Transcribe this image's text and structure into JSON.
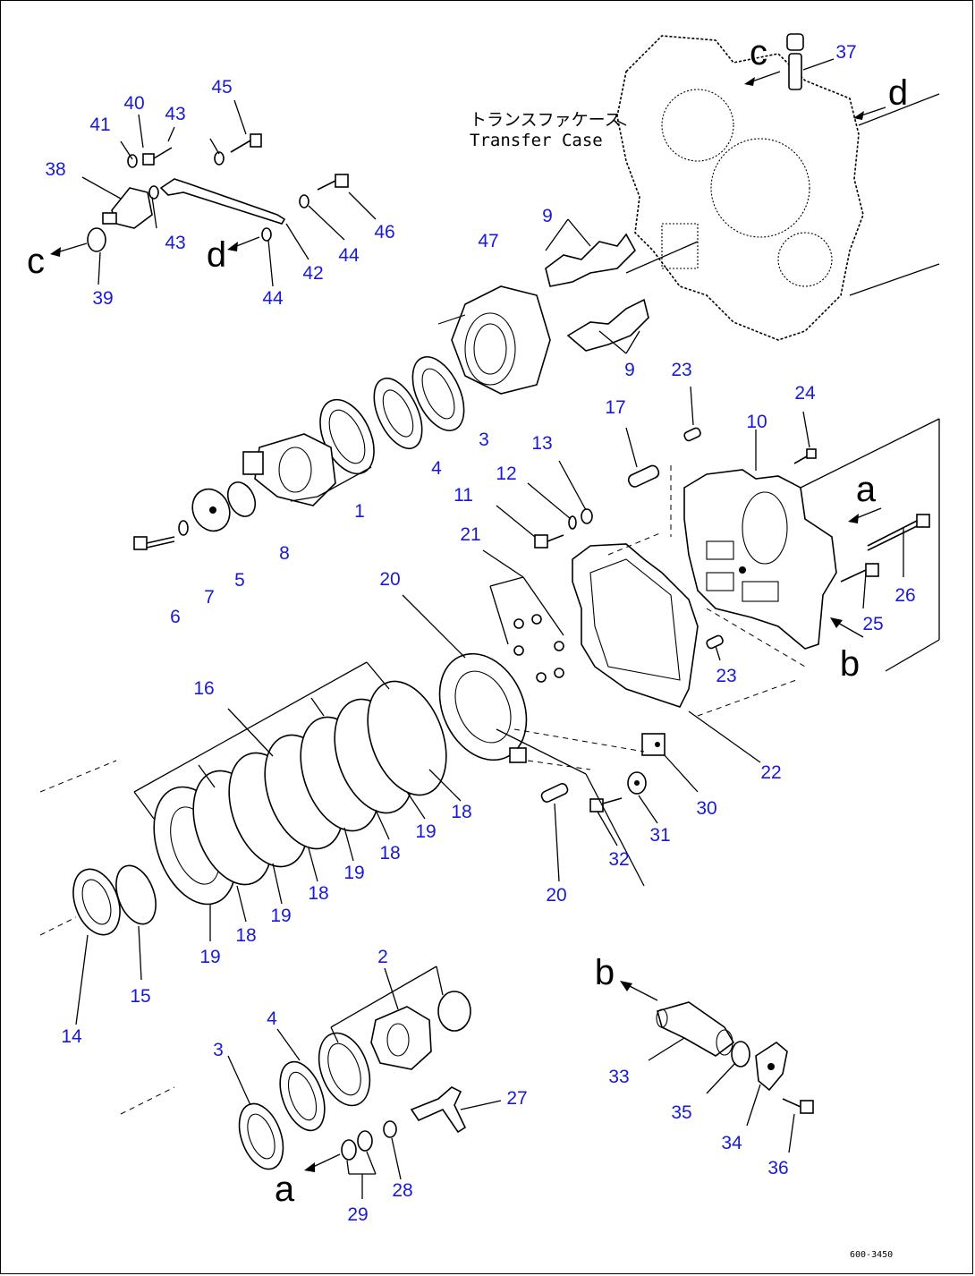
{
  "diagram": {
    "case_label_jp": "トランスファケース",
    "case_label_en": "Transfer Case",
    "drawing_code": "600-3450",
    "ref_letters": {
      "a": "a",
      "b": "b",
      "c": "c",
      "d": "d"
    },
    "part_numbers": {
      "p1": "1",
      "p2": "2",
      "p3": "3",
      "p4": "4",
      "p5": "5",
      "p6": "6",
      "p7": "7",
      "p8": "8",
      "p9": "9",
      "p10": "10",
      "p11": "11",
      "p12": "12",
      "p13": "13",
      "p14": "14",
      "p15": "15",
      "p16": "16",
      "p17": "17",
      "p18": "18",
      "p19": "19",
      "p20": "20",
      "p21": "21",
      "p22": "22",
      "p23": "23",
      "p24": "24",
      "p25": "25",
      "p26": "26",
      "p27": "27",
      "p28": "28",
      "p29": "29",
      "p30": "30",
      "p31": "31",
      "p32": "32",
      "p33": "33",
      "p34": "34",
      "p35": "35",
      "p36": "36",
      "p37": "37",
      "p38": "38",
      "p39": "39",
      "p40": "40",
      "p41": "41",
      "p42": "42",
      "p43": "43",
      "p44": "44",
      "p45": "45",
      "p46": "46",
      "p47": "47"
    }
  }
}
